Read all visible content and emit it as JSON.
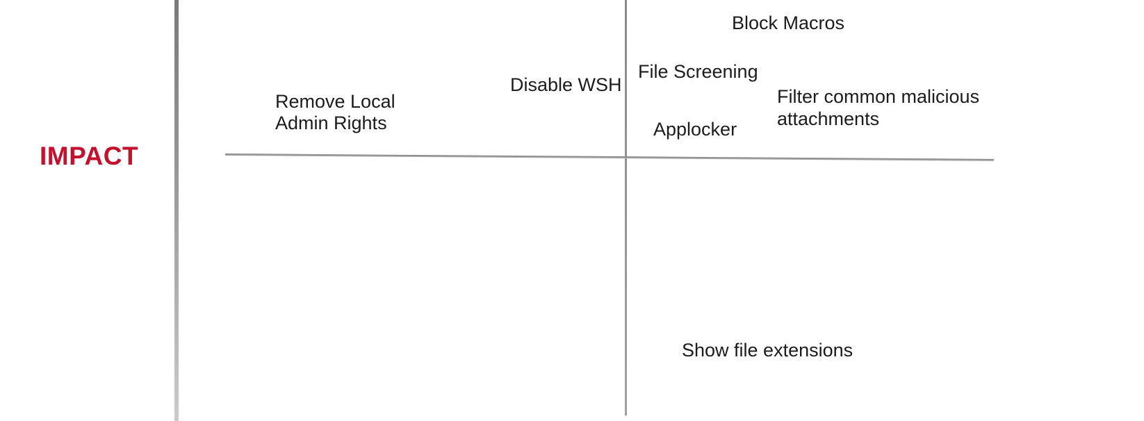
{
  "canvas": {
    "background": "#ffffff"
  },
  "axis": {
    "y_label": "IMPACT",
    "y_label_color": "#c3122e",
    "axis_bar_color_top": "#7a7a7a",
    "axis_bar_color_bottom": "#cbcbcb",
    "divider_color": "#8e8e8e"
  },
  "items": [
    {
      "id": "remove-local-admin-rights",
      "label": "Remove Local\nAdmin Rights",
      "quadrant": "top-left"
    },
    {
      "id": "disable-wsh",
      "label": "Disable WSH",
      "quadrant": "top-left"
    },
    {
      "id": "block-macros",
      "label": "Block Macros",
      "quadrant": "top-right"
    },
    {
      "id": "file-screening",
      "label": "File Screening",
      "quadrant": "top-right"
    },
    {
      "id": "applocker",
      "label": "Applocker",
      "quadrant": "top-right"
    },
    {
      "id": "filter-common-malicious-attachments",
      "label": "Filter common malicious\nattachments",
      "quadrant": "top-right"
    },
    {
      "id": "show-file-extensions",
      "label": "Show file extensions",
      "quadrant": "bottom-right"
    }
  ]
}
